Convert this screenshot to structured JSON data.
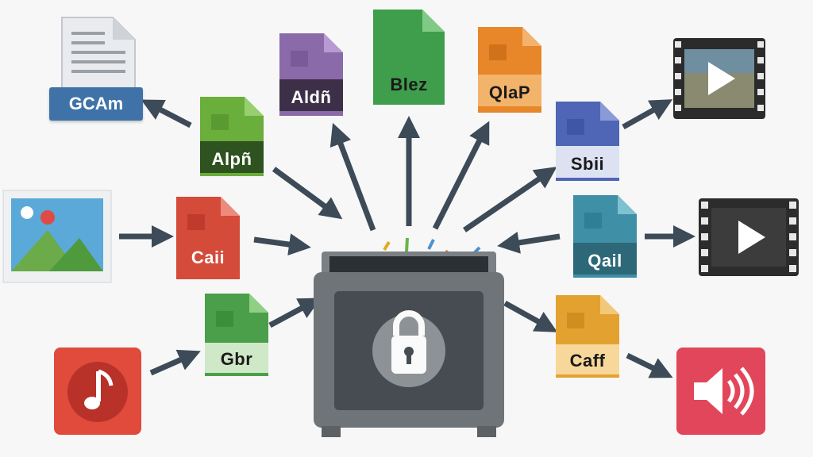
{
  "labels": {
    "gcam": "GCAm",
    "aldn": "Aldñ",
    "blez": "Blez",
    "qlap": "QlaP",
    "alpn": "Alpñ",
    "sbii": "Sbii",
    "caii": "Caii",
    "qail": "Qail",
    "gbr": "Gbr",
    "caff": "Caff"
  },
  "colors": {
    "green": "#6aae3c",
    "purple": "#8a6aa8",
    "green_dark": "#3f9e4c",
    "orange": "#e8862a",
    "blue": "#4f65b5",
    "red": "#d44b3a",
    "teal": "#3f8fa6",
    "green_mid": "#4c9f4a",
    "amber": "#e3a22f",
    "arrow": "#3d4a57",
    "box": "#6f7478",
    "box_face": "#474c52"
  },
  "icons": {
    "center": "lock-box-icon",
    "left_top": "document-icon",
    "left_mid": "image-icon",
    "left_bottom": "music-icon",
    "right_top": "video-film-icon",
    "right_mid": "video-film-icon",
    "right_bottom": "speaker-icon"
  }
}
